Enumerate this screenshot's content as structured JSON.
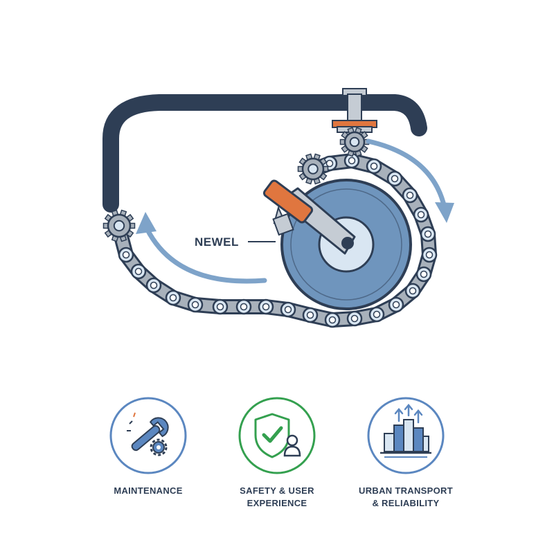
{
  "callout": {
    "label": "NEWEL"
  },
  "features": [
    {
      "label": "MAINTENANCE",
      "icon": "wrench-gear-icon",
      "ring_color": "#5b87c0"
    },
    {
      "label_lines": [
        "SAFETY & USER",
        "EXPERIENCE"
      ],
      "icon": "shield-check-user-icon",
      "ring_color": "#34a04f"
    },
    {
      "label_lines": [
        "URBAN TRANSPORT",
        "& RELIABILITY"
      ],
      "icon": "city-buildings-icon",
      "ring_color": "#5b87c0"
    }
  ],
  "colors": {
    "navy": "#2e3e55",
    "steel_blue": "#6f95bd",
    "light_blue": "#d9e6f2",
    "arrow_blue": "#7ea3c9",
    "orange": "#e0763f",
    "gray": "#a8b1bb",
    "green": "#34a04f",
    "text": "#2e3e55"
  }
}
